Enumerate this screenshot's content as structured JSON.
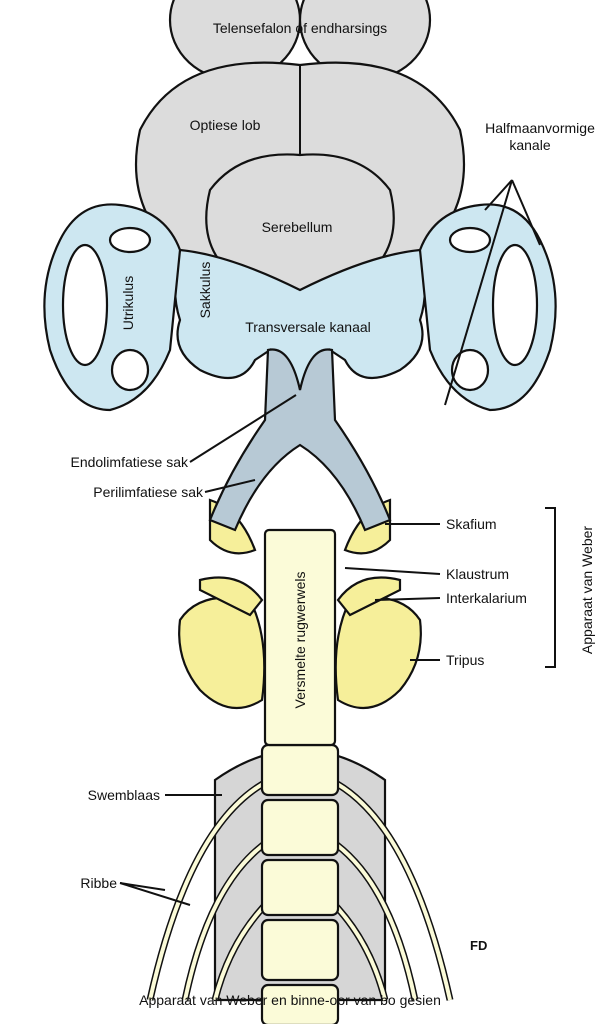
{
  "labels": {
    "telencephalon": "Telensefalon of endharsings",
    "optic_lobe": "Optiese lob",
    "semicircular": [
      "Halfmaanvormige",
      "kanale"
    ],
    "cerebellum": "Serebellum",
    "utriculus": "Utrikulus",
    "sacculus": "Sakkulus",
    "transverse_canal": "Transversale kanaal",
    "endolymphatic": "Endolimfatiese sak",
    "perilymphatic": "Perilimfatiese sak",
    "scaphium": "Skafium",
    "claustrum": "Klaustrum",
    "intercalarium": "Interkalarium",
    "tripus": "Tripus",
    "weber_apparatus": "Apparaat van Weber",
    "fused_vertebrae": "Versmelte rugwerwels",
    "swim_bladder": "Swemblaas",
    "ribs": "Ribbe",
    "signature": "FD"
  },
  "caption": "Apparaat van Weber en binne-oor van bo gesien",
  "colors": {
    "brain": "#dcdcdc",
    "ear": "#cde7f1",
    "duct": "#b7c9d5",
    "bone": "#f6ef9a",
    "vertebra": "#fbfbd8",
    "bladder": "#d6d6d6"
  }
}
